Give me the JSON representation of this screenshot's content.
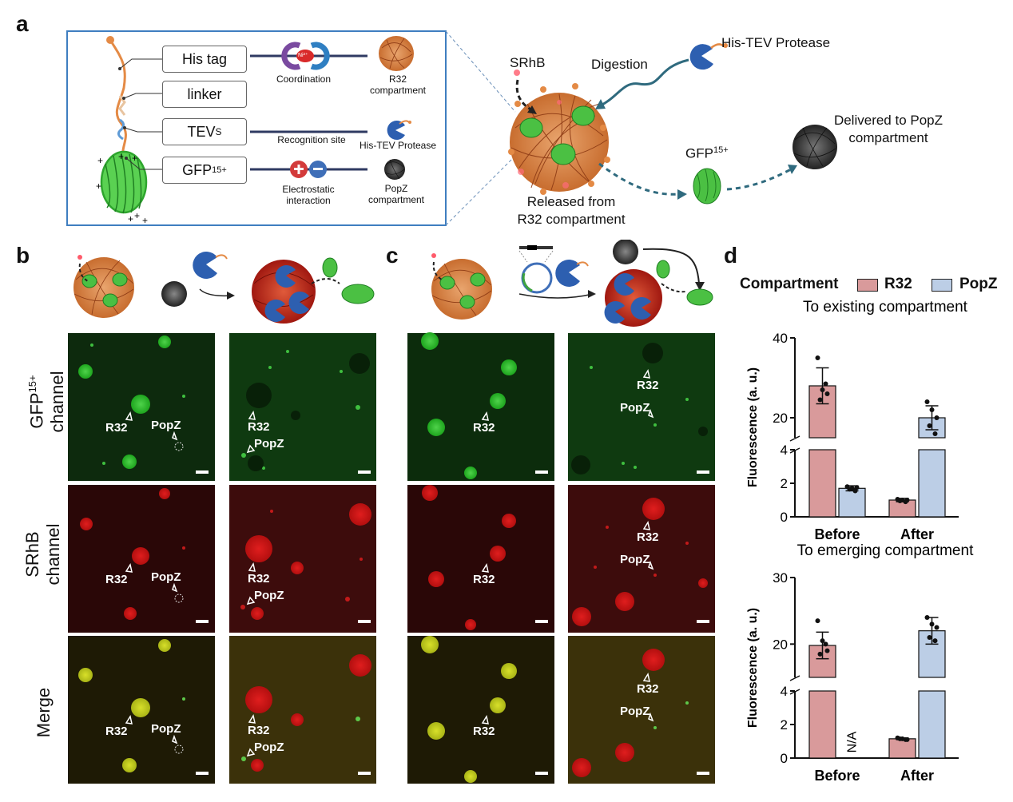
{
  "panels": {
    "a": "a",
    "b": "b",
    "c": "c",
    "d": "d"
  },
  "panel_a": {
    "boxes": [
      {
        "label": "His tag"
      },
      {
        "label": "linker"
      },
      {
        "label": "TEV",
        "sub": "S"
      },
      {
        "label": "GFP",
        "sup": "15+"
      }
    ],
    "coordination": "Coordination",
    "ni": "Ni²⁺",
    "r32_compartment": [
      "R32",
      "compartment"
    ],
    "recognition_site": "Recognition site",
    "his_tev_small": "His-TEV Protease",
    "electrostatic": [
      "Electrostatic",
      "interaction"
    ],
    "popz_compartment": [
      "PopZ",
      "compartment"
    ],
    "srhb": "SRhB",
    "digestion": "Digestion",
    "his_tev": "His-TEV Protease",
    "released": [
      "Released from",
      "R32 compartment"
    ],
    "gfp": "GFP",
    "gfp_sup": "15+",
    "delivered": [
      "Delivered to PopZ",
      "compartment"
    ]
  },
  "channels": {
    "gfp": {
      "main": "GFP",
      "sup": "15+",
      "line2": "channel"
    },
    "srhb": [
      "SRhB",
      "channel"
    ],
    "merge": "Merge"
  },
  "micro_labels": {
    "r32": "R32",
    "popz": "PopZ"
  },
  "legend": {
    "title": "Compartment",
    "r32": "R32",
    "popz": "PopZ"
  },
  "colors": {
    "r32": "#d99a9b",
    "popz": "#bccee6",
    "green": "#3fc43a",
    "red": "#cc1515"
  },
  "chart_data": [
    {
      "type": "bar",
      "title": "To existing compartment",
      "categories": [
        "Before",
        "After"
      ],
      "series": [
        {
          "name": "R32",
          "values": [
            28.0,
            1.0
          ],
          "error": [
            4.5,
            0.1
          ],
          "points": [
            [
              35,
              27,
              26,
              24.5,
              28.5
            ],
            [
              1.05,
              1.0,
              1.0,
              0.95,
              0.9
            ]
          ]
        },
        {
          "name": "PopZ",
          "values": [
            1.7,
            20.0
          ],
          "error": [
            0.15,
            3.0
          ],
          "points": [
            [
              1.8,
              1.7,
              1.75,
              1.65,
              1.55
            ],
            [
              24,
              22,
              20,
              18,
              16
            ]
          ]
        }
      ],
      "ylabel": "Fluorescence (a. u.)",
      "yticks_lower": [
        "0",
        "2",
        "4"
      ],
      "yticks_upper": [
        "20",
        "40"
      ],
      "ylim_lower": [
        0,
        4
      ],
      "ylim_upper": [
        15,
        40
      ]
    },
    {
      "type": "bar",
      "title": "To emerging compartment",
      "categories": [
        "Before",
        "After"
      ],
      "series": [
        {
          "name": "R32",
          "values": [
            19.8,
            1.15
          ],
          "error": [
            2.0,
            0.05
          ],
          "points": [
            [
              23.5,
              20.5,
              19,
              18.5,
              20
            ],
            [
              1.2,
              1.15,
              1.1,
              1.15,
              1.1
            ]
          ]
        },
        {
          "name": "PopZ",
          "values": [
            null,
            22.0
          ],
          "error": [
            null,
            2.0
          ],
          "points": [
            [],
            [
              24,
              23,
              22.5,
              21,
              20.5
            ]
          ]
        }
      ],
      "na_label": "N/A",
      "ylabel": "Fluorescence (a. u.)",
      "yticks_lower": [
        "0",
        "2",
        "4"
      ],
      "yticks_upper": [
        "20",
        "30"
      ],
      "ylim_lower": [
        0,
        4
      ],
      "ylim_upper": [
        15,
        30
      ]
    }
  ]
}
